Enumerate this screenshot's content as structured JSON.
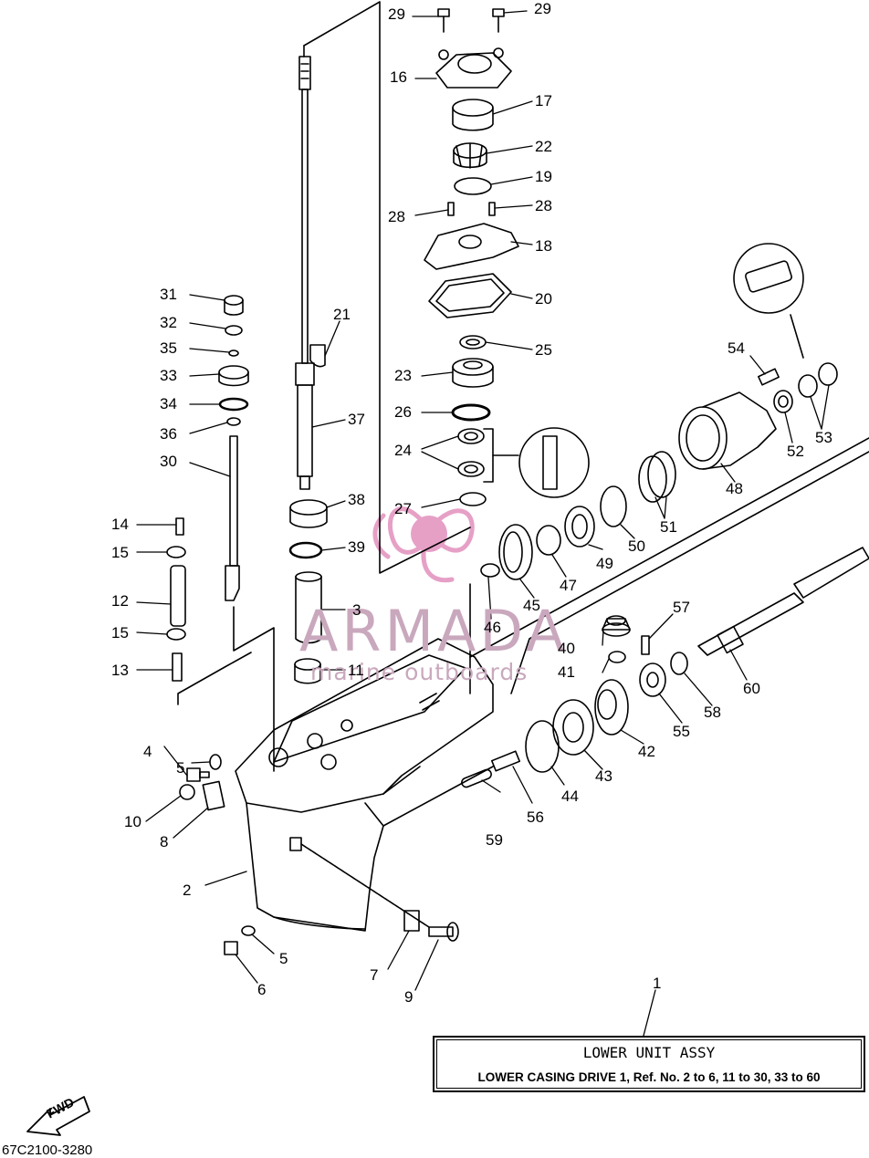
{
  "labels": {
    "l1": "1",
    "l2": "2",
    "l3": "3",
    "l4": "4",
    "l5a": "5",
    "l5b": "5",
    "l6": "6",
    "l7": "7",
    "l8": "8",
    "l9": "9",
    "l10": "10",
    "l11": "11",
    "l12": "12",
    "l13": "13",
    "l14": "14",
    "l15a": "15",
    "l15b": "15",
    "l16": "16",
    "l17": "17",
    "l18": "18",
    "l19": "19",
    "l20": "20",
    "l21": "21",
    "l22": "22",
    "l23": "23",
    "l24": "24",
    "l25": "25",
    "l26": "26",
    "l27": "27",
    "l28a": "28",
    "l28b": "28",
    "l29a": "29",
    "l29b": "29",
    "l30": "30",
    "l31": "31",
    "l32": "32",
    "l33": "33",
    "l34": "34",
    "l35": "35",
    "l36": "36",
    "l37": "37",
    "l38": "38",
    "l39": "39",
    "l40": "40",
    "l41": "41",
    "l42": "42",
    "l43": "43",
    "l44": "44",
    "l45": "45",
    "l46": "46",
    "l47": "47",
    "l48": "48",
    "l49": "49",
    "l50": "50",
    "l51": "51",
    "l52": "52",
    "l53": "53",
    "l54": "54",
    "l55": "55",
    "l56": "56",
    "l57": "57",
    "l58": "58",
    "l59": "59",
    "l60": "60"
  },
  "assembly": {
    "title": "LOWER UNIT ASSY",
    "description": "LOWER CASING DRIVE 1,  Ref. No. 2 to 6, 11 to 30, 33 to 60"
  },
  "fwd_label": "FWD",
  "drawing_code": "67C2100-3280",
  "watermark": {
    "name": "ARMADA",
    "subtitle": "marine outboards",
    "color": "#c9a8bd"
  }
}
